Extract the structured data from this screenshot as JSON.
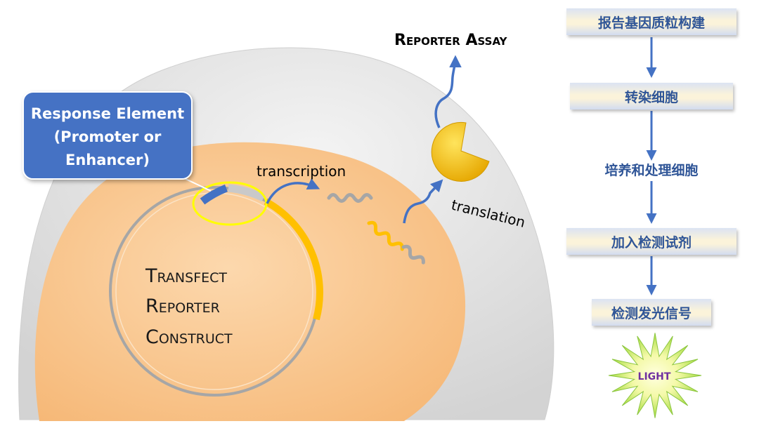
{
  "labels": {
    "response_element_line1": "Response Element",
    "response_element_line2": "(Promoter or",
    "response_element_line3": "Enhancer)",
    "transcription": "transcription",
    "translation": "translation",
    "reporter_assay": "Reporter Assay",
    "construct_line1": "Transfect",
    "construct_line2": "Reporter",
    "construct_line3": "Construct",
    "light": "LIGHT"
  },
  "workflow": {
    "steps": [
      "报告基因质粒构建",
      "转染细胞",
      "培养和处理细胞",
      "加入检测试剂",
      "检测发光信号"
    ]
  },
  "colors": {
    "outer_cell": "#e6e6e6",
    "nucleus": "#f9c389",
    "callout": "#4472c4",
    "arrow": "#4472c4",
    "highlight_ring": "#ffff00",
    "reporter_gene": "#ffc000",
    "plasmid": "#a6a6a6",
    "step_text": "#2f5597",
    "light_burst": "#a9e33a"
  }
}
